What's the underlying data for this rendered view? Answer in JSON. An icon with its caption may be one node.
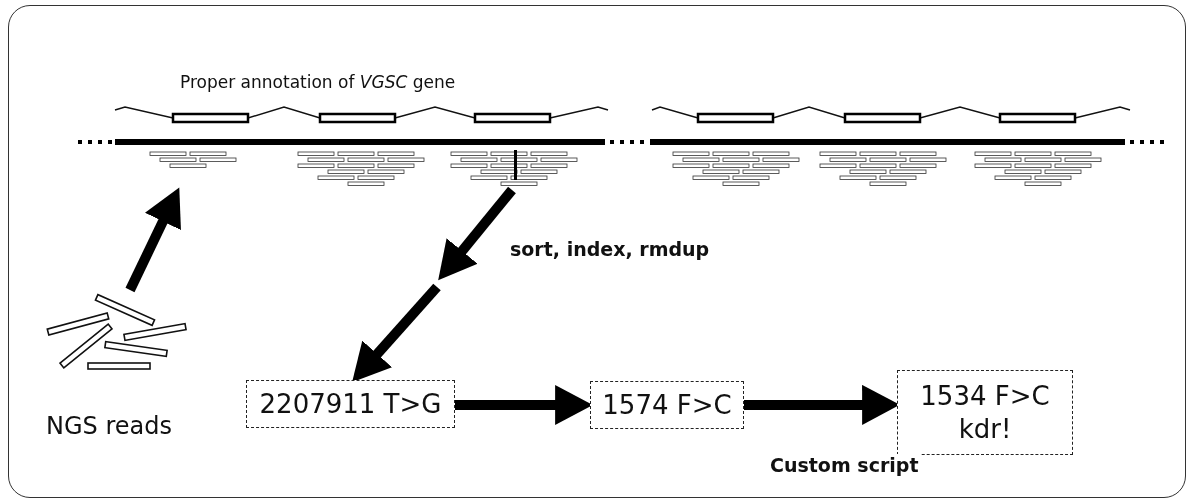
{
  "diagram": {
    "nodes": [
      {
        "text": [
          "Proper annotation of *VGSC* gene"
        ]
      },
      {
        "text": [
          "NGS reads"
        ]
      },
      {
        "text": [
          "2207911 T>G"
        ]
      },
      {
        "text": [
          "1574 F>C"
        ]
      },
      {
        "text": [
          "1534 F>C kdr!"
        ]
      }
    ],
    "edges": [
      {
        "from": 1,
        "to": 0,
        "arrow": "to"
      },
      {
        "from": 0,
        "to": null,
        "arrow": "to",
        "label": "sort, index, rmdup"
      },
      {
        "from": null,
        "to": 2,
        "arrow": "to"
      },
      {
        "from": 2,
        "to": 3,
        "arrow": "to"
      },
      {
        "from": 3,
        "to": 4,
        "arrow": "to",
        "label": "Custom script"
      }
    ]
  }
}
